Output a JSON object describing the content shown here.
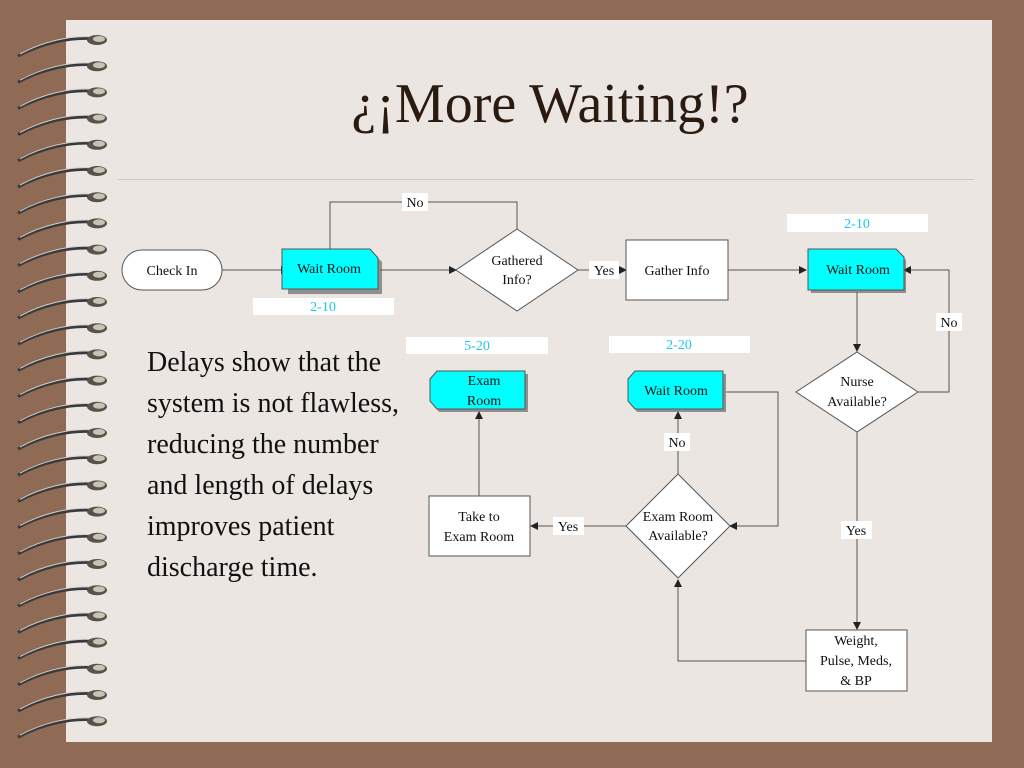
{
  "slide": {
    "title": "¿¡More Waiting!?",
    "body": "Delays show that the system is not flawless, reducing the number and length of delays improves patient discharge time."
  },
  "colors": {
    "cyan": "#00ffff",
    "range_text": "#1ec8e8",
    "line": "#555555"
  },
  "flowchart": {
    "nodes": {
      "check_in": "Check In",
      "wait_room_1": "Wait Room",
      "gathered_info": [
        "Gathered",
        "Info?"
      ],
      "gather_info": "Gather Info",
      "wait_room_2": "Wait Room",
      "nurse_available": [
        "Nurse",
        "Available?"
      ],
      "weight": [
        "Weight,",
        "Pulse, Meds,",
        "& BP"
      ],
      "exam_room_available": [
        "Exam Room",
        "Available?"
      ],
      "wait_room_3": "Wait Room",
      "take_to_exam": [
        "Take to",
        "Exam Room"
      ],
      "exam_room": [
        "Exam",
        "Room"
      ]
    },
    "labels": {
      "no_top": "No",
      "yes_gather": "Yes",
      "no_nurse": "No",
      "yes_nurse": "Yes",
      "no_exam": "No",
      "yes_exam": "Yes"
    },
    "ranges": {
      "wait_room_1": "2-10",
      "wait_room_2": "2-10",
      "wait_room_3": "2-20",
      "exam_room": "5-20"
    }
  }
}
